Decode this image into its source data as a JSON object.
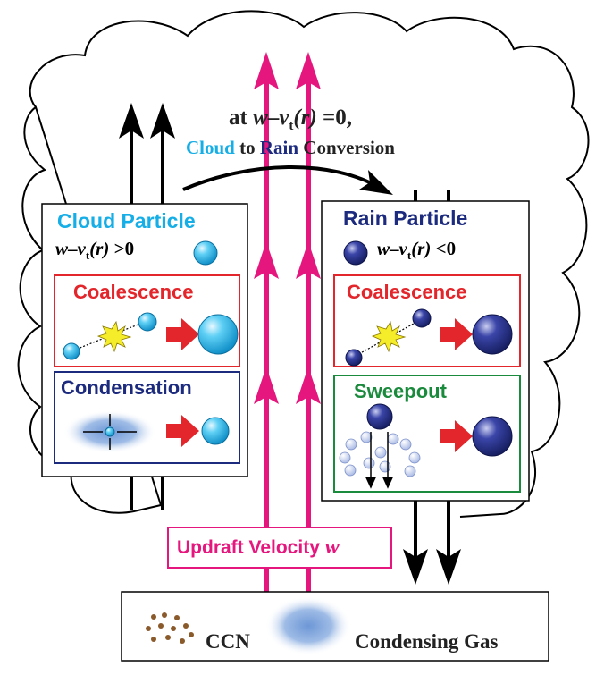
{
  "header": {
    "condition_prefix": "at ",
    "condition_w": "w",
    "condition_dash": "–",
    "condition_v": "v",
    "condition_sub": "t",
    "condition_r": "(r)",
    "condition_eq": " =0,",
    "conversion_cloud": "Cloud",
    "conversion_to": " to ",
    "conversion_rain": "Rain",
    "conversion_rest": " Conversion"
  },
  "cloud_particle": {
    "title": "Cloud Particle",
    "cond_w": "w",
    "cond_dash": "–",
    "cond_v": "v",
    "cond_sub": "t",
    "cond_r": "(r)",
    "cond_ineq": " >0",
    "coalescence": "Coalescence",
    "condensation": "Condensation"
  },
  "rain_particle": {
    "title": "Rain Particle",
    "cond_w": "w",
    "cond_dash": "–",
    "cond_v": "v",
    "cond_sub": "t",
    "cond_r": "(r)",
    "cond_ineq": " <0",
    "coalescence": "Coalescence",
    "sweepout": "Sweepout"
  },
  "updraft": {
    "label": "Updraft Velocity ",
    "symbol": "w"
  },
  "bottom": {
    "ccn": "CCN",
    "gas": "Condensing Gas"
  },
  "colors": {
    "cloud_blue": "#16aee6",
    "rain_navy": "#1d2b7f",
    "coalescence_red": "#e3262b",
    "sweepout_green": "#1a8a3c",
    "updraft_magenta": "#e5177e",
    "condensation_border": "#1d2b7f"
  }
}
